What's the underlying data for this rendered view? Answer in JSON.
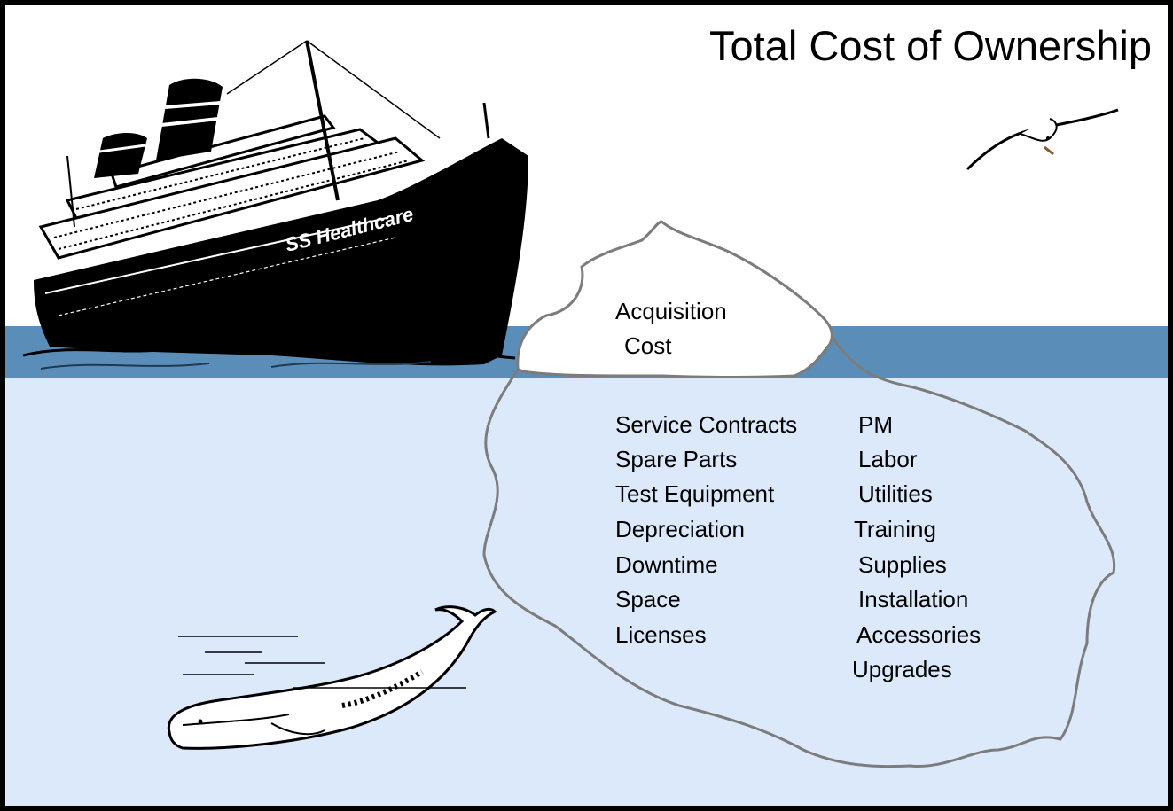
{
  "title": "Total Cost of Ownership",
  "ship_name": "SS Healthcare",
  "tip_label": [
    "Acquisition",
    "Cost"
  ],
  "hidden_costs_left": [
    "Service Contracts",
    "Spare Parts",
    "Test Equipment",
    "Depreciation",
    "Downtime",
    "Space",
    "Licenses"
  ],
  "hidden_costs_right": [
    "PM",
    "Labor",
    "Utilities",
    "Training",
    "Supplies",
    "Installation",
    "Accessories",
    "Upgrades"
  ],
  "colors": {
    "border": "#000000",
    "sky": "#ffffff",
    "surface_water": "#5b8db9",
    "deep_water": "#dce9fb",
    "iceberg_outline": "#7c7c7c",
    "iceberg_tip": "#ffffff"
  },
  "icons": [
    "ship-icon",
    "seagull-icon",
    "whale-icon",
    "iceberg-icon"
  ]
}
